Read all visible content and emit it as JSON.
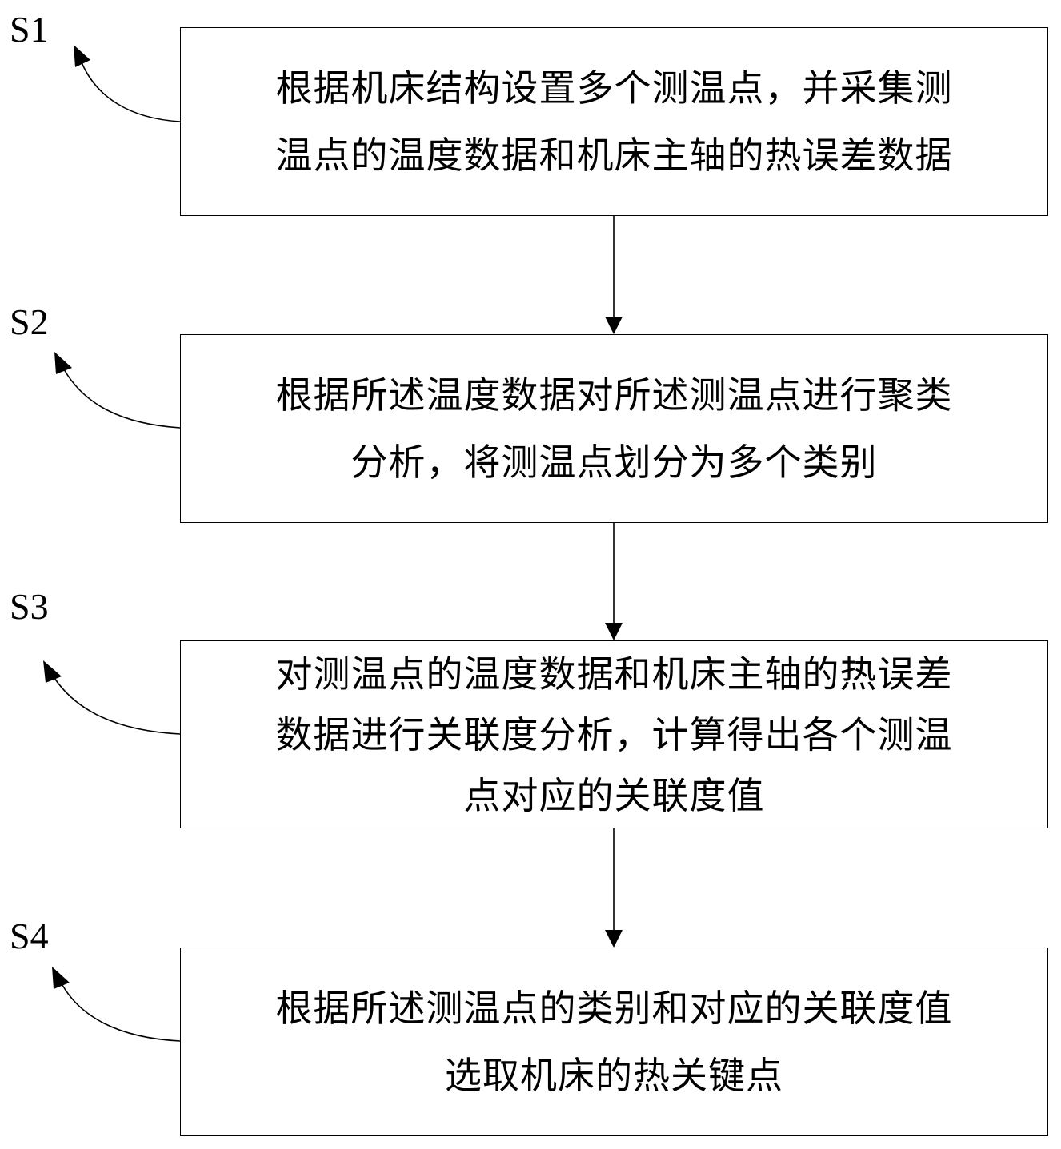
{
  "steps": [
    {
      "id": "S1",
      "lines": [
        "根据机床结构设置多个测温点，并采集测",
        "温点的温度数据和机床主轴的热误差数据"
      ]
    },
    {
      "id": "S2",
      "lines": [
        "根据所述温度数据对所述测温点进行聚类",
        "分析，将测温点划分为多个类别"
      ]
    },
    {
      "id": "S3",
      "lines": [
        "对测温点的温度数据和机床主轴的热误差",
        "数据进行关联度分析，计算得出各个测温",
        "点对应的关联度值"
      ]
    },
    {
      "id": "S4",
      "lines": [
        "根据所述测温点的类别和对应的关联度值",
        "选取机床的热关键点"
      ]
    }
  ]
}
